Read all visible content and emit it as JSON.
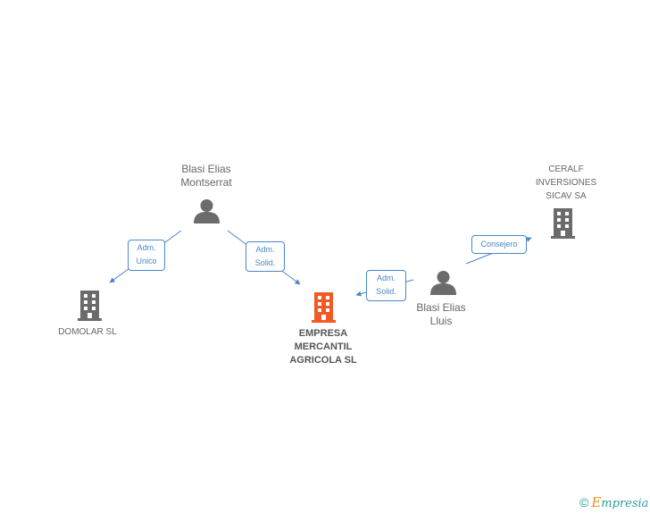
{
  "nodes": {
    "blasi_montserrat": {
      "lines": [
        "Blasi Elias",
        "Montserrat"
      ],
      "kind": "person"
    },
    "blasi_lluis": {
      "lines": [
        "Blasi Elias",
        "Lluis"
      ],
      "kind": "person"
    },
    "ceralf": {
      "lines": [
        "CERALF",
        "INVERSIONES",
        "SICAV SA"
      ],
      "kind": "company"
    },
    "domolar": {
      "lines": [
        "DOMOLAR SL"
      ],
      "kind": "company"
    },
    "empresa": {
      "lines": [
        "EMPRESA",
        "MERCANTIL",
        "AGRICOLA SL"
      ],
      "kind": "company-main"
    }
  },
  "edges": {
    "montserrat_domolar": {
      "lines": [
        "Adm.",
        "Unico"
      ]
    },
    "montserrat_empresa": {
      "lines": [
        "Adm.",
        "Solid."
      ]
    },
    "lluis_empresa": {
      "lines": [
        "Adm.",
        "Solid."
      ]
    },
    "lluis_ceralf": {
      "lines": [
        "Consejero"
      ]
    }
  },
  "colors": {
    "edge": "#4a86c8",
    "icon_gray": "#6b6b6b",
    "main_company": "#f15a24"
  },
  "footer": {
    "copyright": "©",
    "brand_first": "E",
    "brand_rest": "mpresia"
  }
}
